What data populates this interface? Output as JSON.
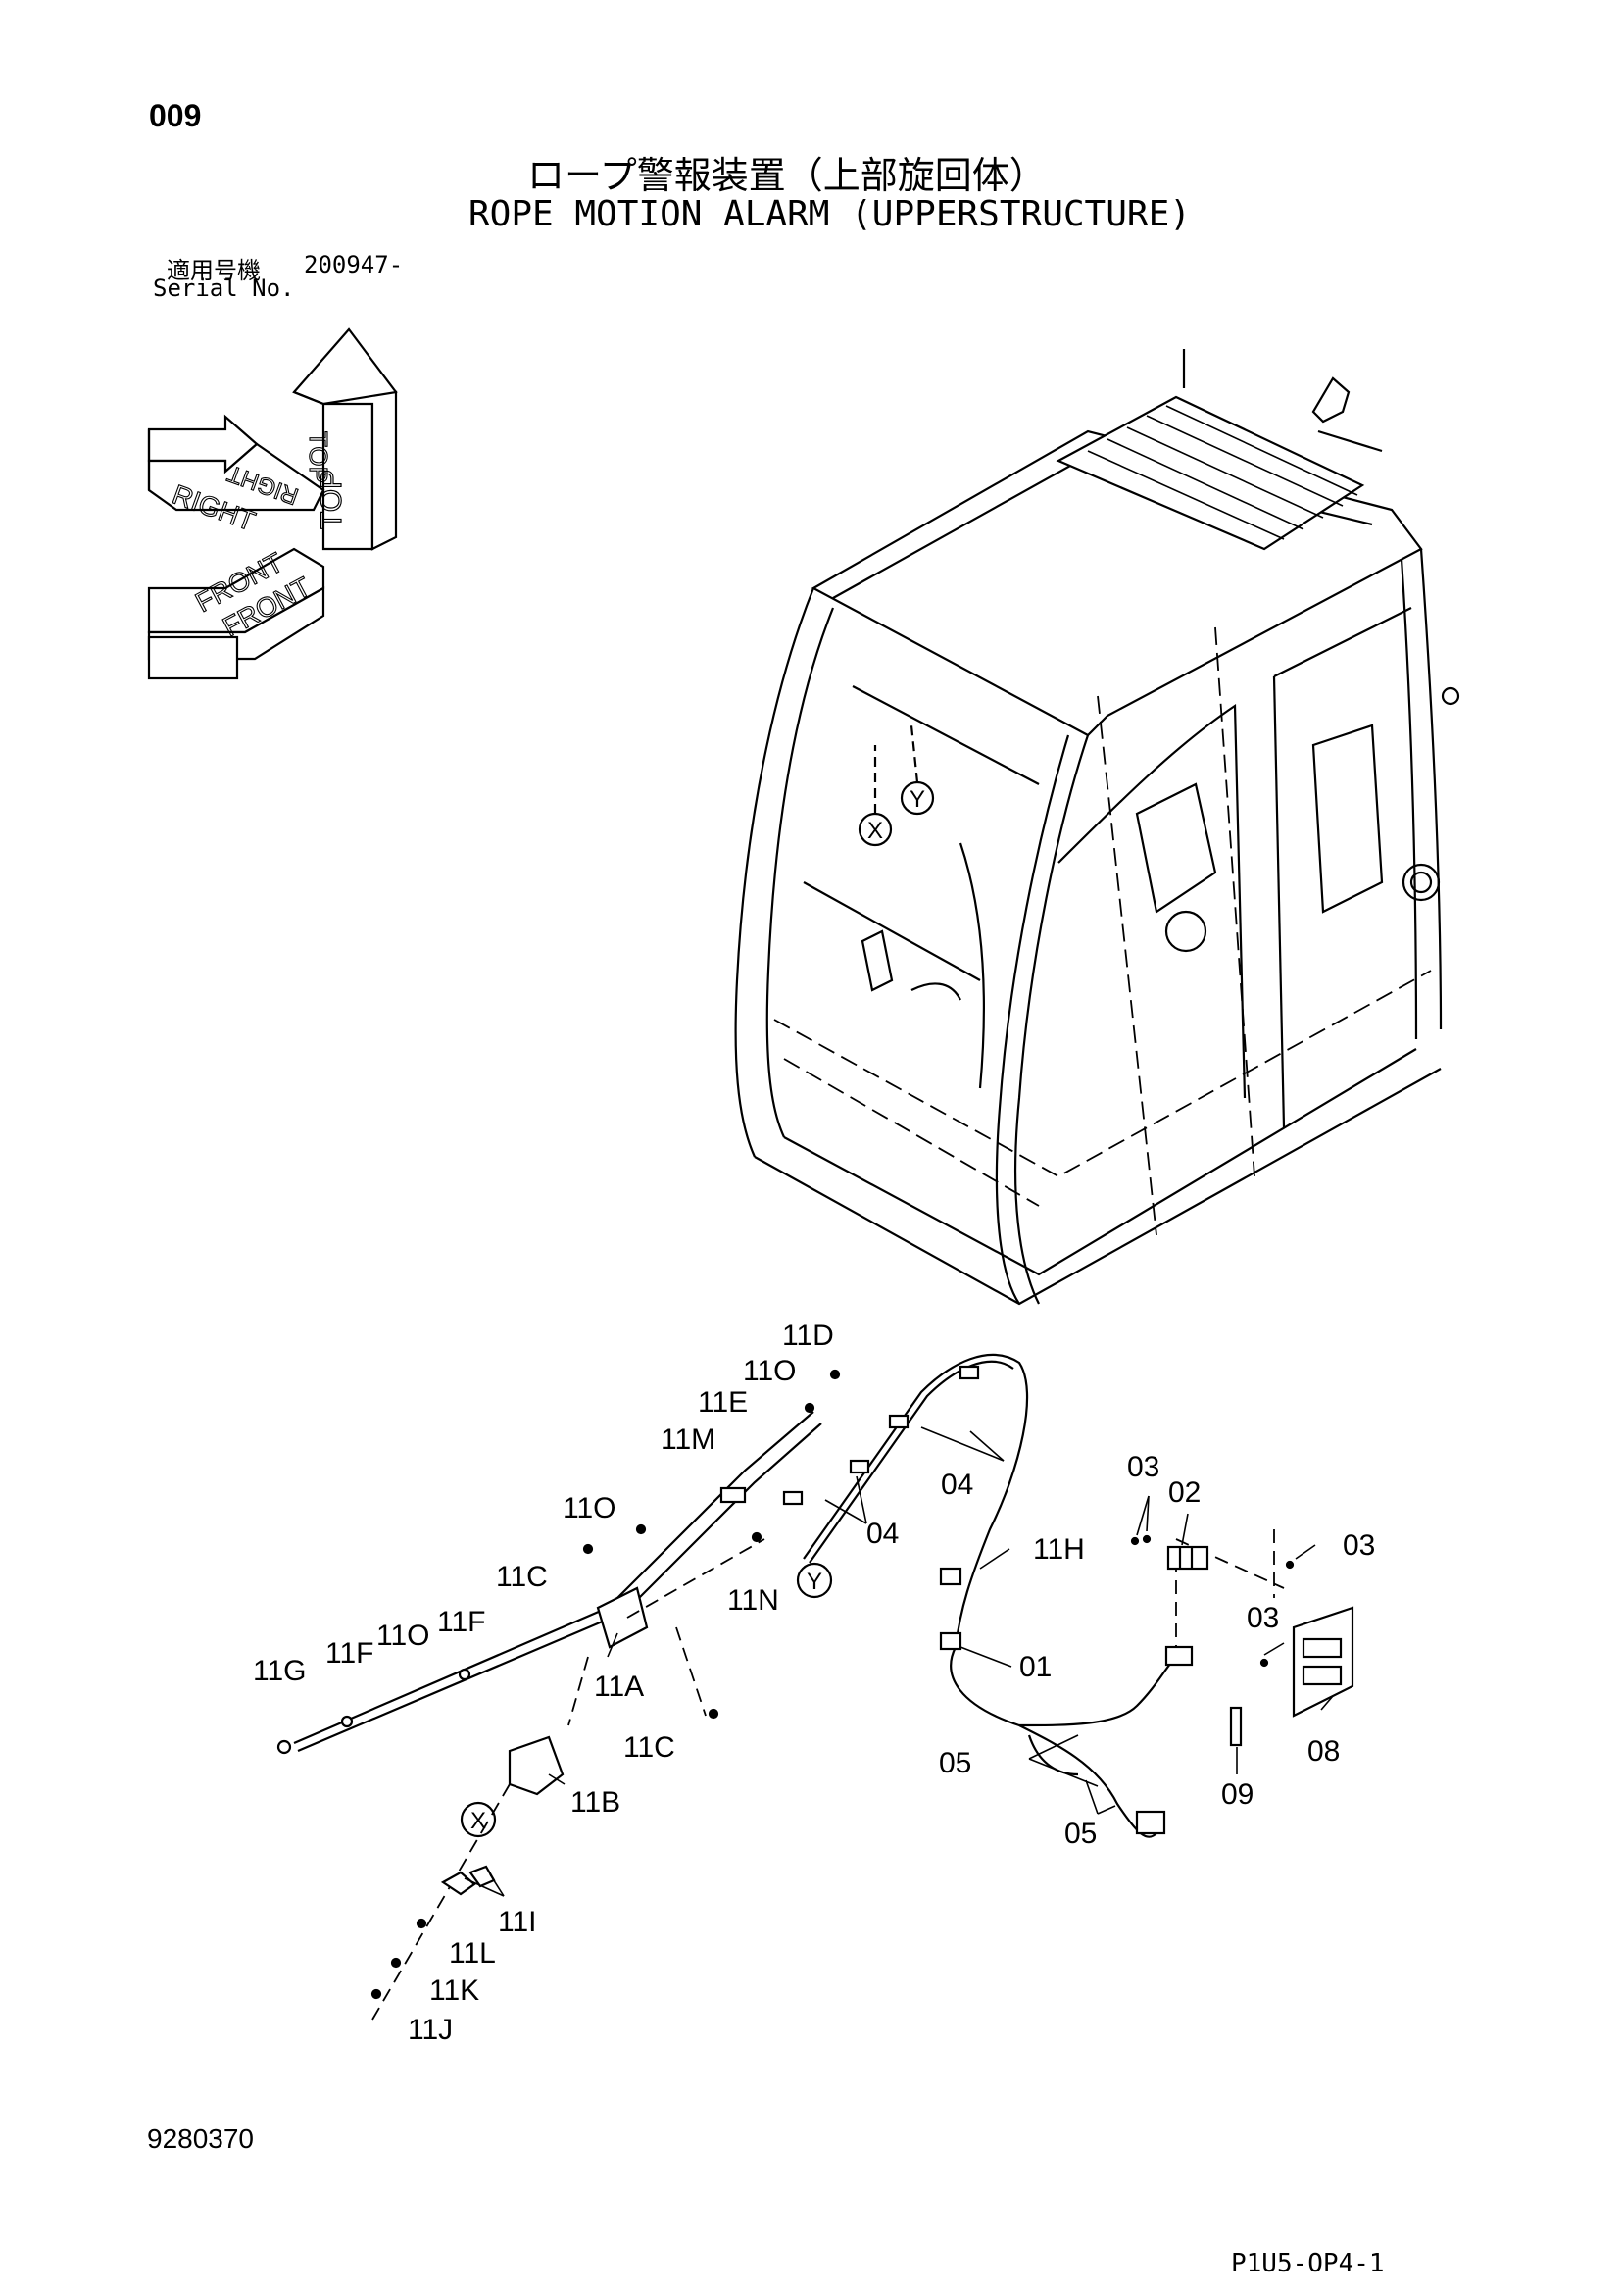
{
  "header": {
    "page_number": "009",
    "title_jp": "ロープ警報装置（上部旋回体）",
    "title_en": "ROPE MOTION ALARM (UPPERSTRUCTURE)",
    "serial_label_jp": "適用号機",
    "serial_value": "200947-",
    "serial_label_en": "Serial No."
  },
  "orientation": {
    "top": "TOP",
    "right": "RIGHT",
    "front": "FRONT"
  },
  "cab_markers": {
    "x": "X",
    "y": "Y"
  },
  "part_labels": {
    "p11D": "11D",
    "p11O_a": "11O",
    "p11E": "11E",
    "p11M": "11M",
    "p11O_b": "11O",
    "p11C_a": "11C",
    "p04_a": "04",
    "p04_b": "04",
    "p11N": "11N",
    "marker_y": "Y",
    "p11H": "11H",
    "p03_a": "03",
    "p02": "02",
    "p03_b": "03",
    "p03_c": "03",
    "p01": "01",
    "p11G": "11G",
    "p11F_a": "11F",
    "p11O_c": "11O",
    "p11F_b": "11F",
    "p11A": "11A",
    "p11C_b": "11C",
    "p05_a": "05",
    "p08": "08",
    "p09": "09",
    "p05_b": "05",
    "p11B": "11B",
    "marker_x": "X",
    "p11I": "11I",
    "p11L": "11L",
    "p11K": "11K",
    "p11J": "11J"
  },
  "footer": {
    "drawing_number": "9280370",
    "page_code": "P1U5-OP4-1"
  }
}
